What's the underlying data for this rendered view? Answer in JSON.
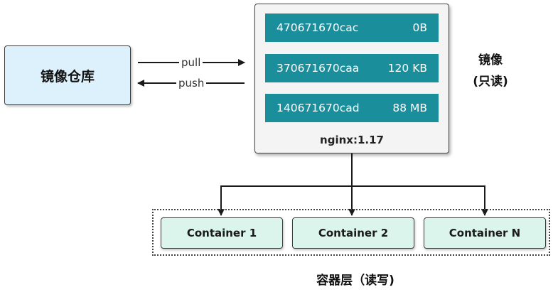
{
  "registry": {
    "label": "镜像仓库"
  },
  "arrows": {
    "pull": "pull",
    "push": "push"
  },
  "image": {
    "layers": [
      {
        "id": "470671670cac",
        "size": "0B"
      },
      {
        "id": "370671670caa",
        "size": "120 KB"
      },
      {
        "id": "140671670cad",
        "size": "88 MB"
      }
    ],
    "tag": "nginx:1.17",
    "caption_line1": "镜像",
    "caption_line2": "(只读)"
  },
  "containers": {
    "items": [
      "Container 1",
      "Container 2",
      "Container N"
    ],
    "caption": "容器层（读写)"
  },
  "colors": {
    "layer_fill": "#1b8e9c",
    "registry_fill": "#dcf1fc",
    "container_fill": "#dcf5ec"
  }
}
